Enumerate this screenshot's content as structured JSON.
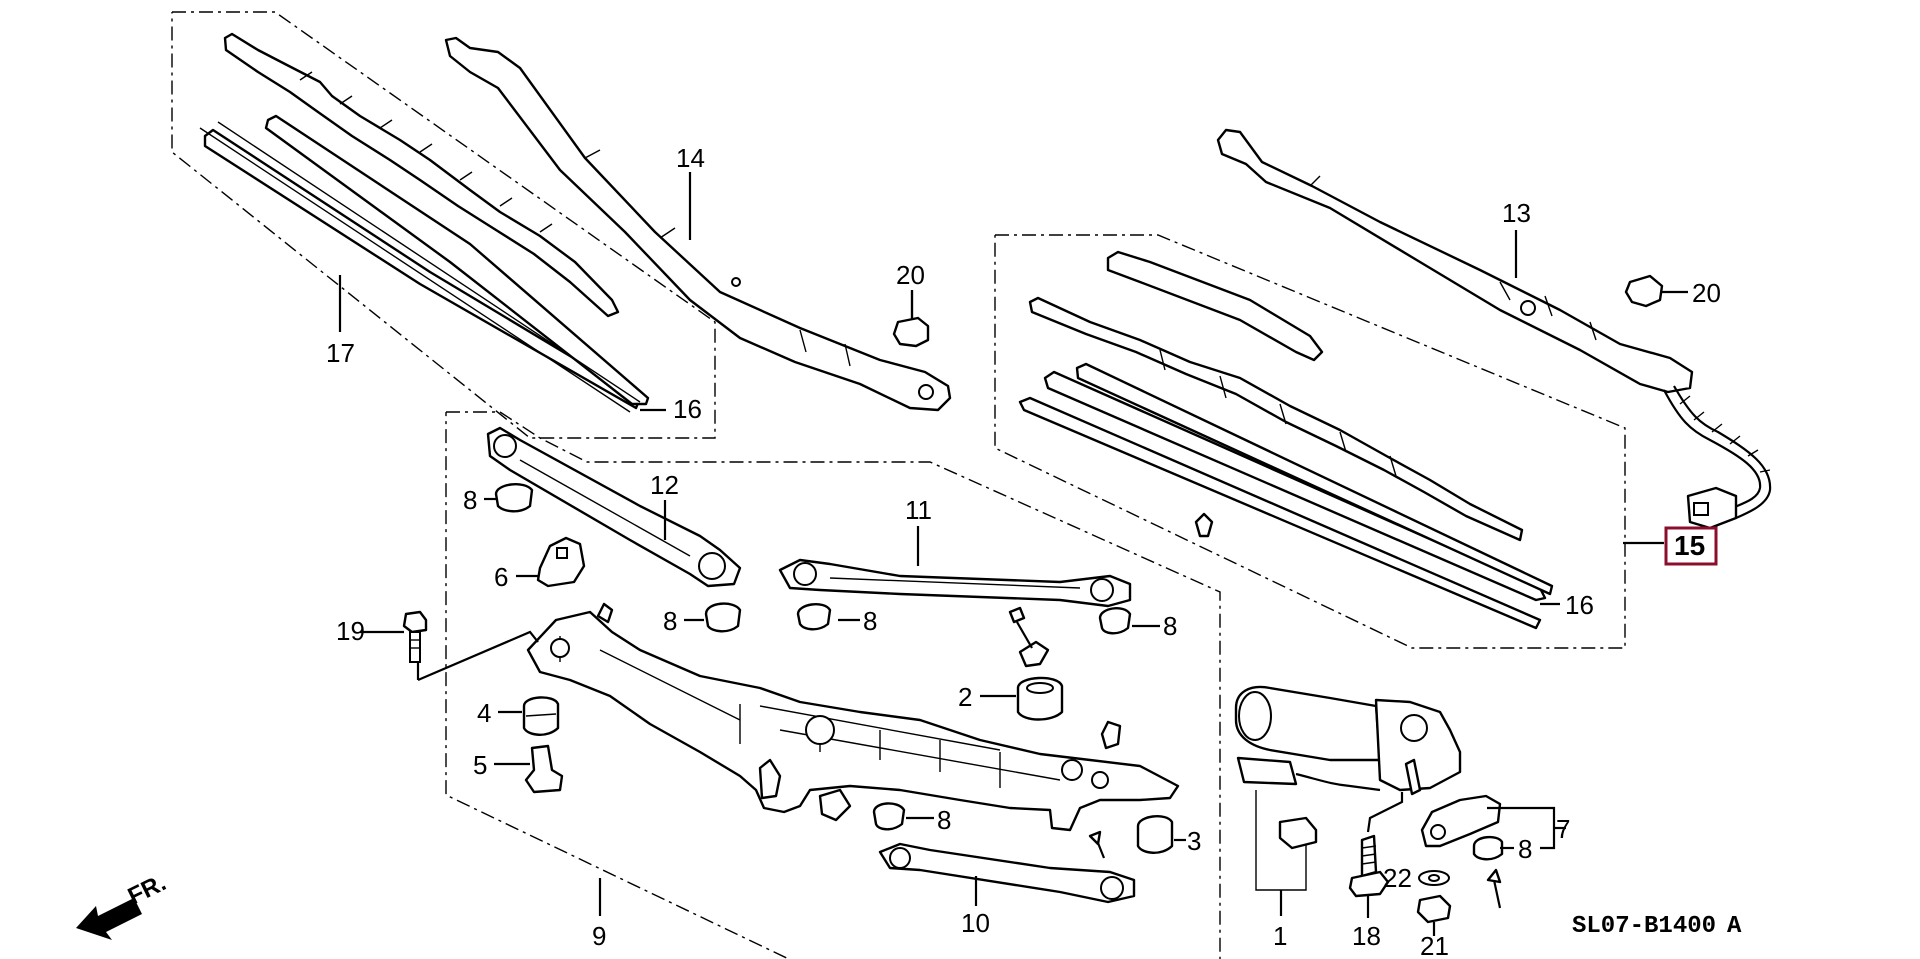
{
  "diagram": {
    "code": "SL07-B1400",
    "code_suffix": "A",
    "direction": "FR.",
    "callouts": [
      "1",
      "2",
      "3",
      "4",
      "5",
      "6",
      "7",
      "8",
      "9",
      "10",
      "11",
      "12",
      "13",
      "14",
      "15",
      "16",
      "17",
      "18",
      "19",
      "20",
      "21",
      "22"
    ],
    "highlighted": "15"
  }
}
